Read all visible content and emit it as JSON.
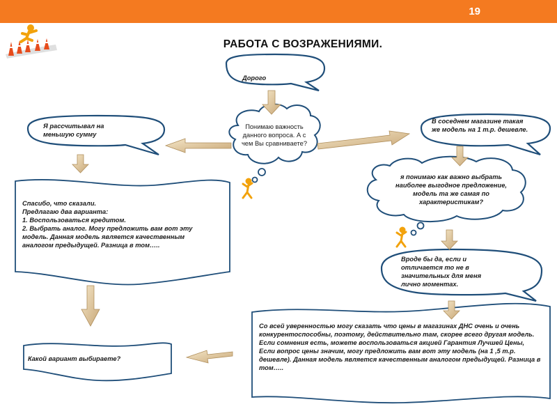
{
  "slide": {
    "number": "19",
    "title": "РАБОТА С ВОЗРАЖЕНИЯМИ."
  },
  "colors": {
    "accent_orange": "#f47a20",
    "shape_border": "#1f4e79",
    "arrow_fill": "#e2c79a"
  },
  "icons": [
    "runner-hurdles-icon",
    "thinking-person-icon",
    "thinking-person-icon"
  ],
  "flow": {
    "objection": "Дорого",
    "response_question": "Понимаю важность данного вопроса. А с чем Вы сравниваете?",
    "left_branch": {
      "client_reply": "Я рассчитывал на меньшую сумму",
      "manager_answer": "Спасибо, что сказали.\nПредлагаю два варианта:\n1. Воспользоваться кредитом.\n2. Выбрать аналог. Могу предложить вам вот эту модель. Данная модель является качественным аналогом предыдущей. Разница в том…..",
      "closing_question": "Какой вариант выбираете?"
    },
    "right_branch": {
      "client_reply": "В соседнем магазине такая же модель на 1 т.р. дешевле.",
      "manager_question": "я понимаю как важно выбрать наиболее выгодное предложение, модель та же самая по характеристикам?",
      "client_answer": "Вроде бы да, если и отличается то не в значительных для меня лично моментах.",
      "manager_answer": "Со всей уверенностью могу сказать что цены в магазинах ДНС очень и очень конкурентоспособны, поэтому, действительно там, скорее всего другая модель. Если сомнения есть, можете воспользоваться акцией Гарантия Лучшей Цены,\nЕсли вопрос цены значим, могу предложить вам вот эту модель (на 1 ,5 т.р. дешевле). Данная модель является качественным аналогом предыдущей. Разница в том….."
    }
  }
}
